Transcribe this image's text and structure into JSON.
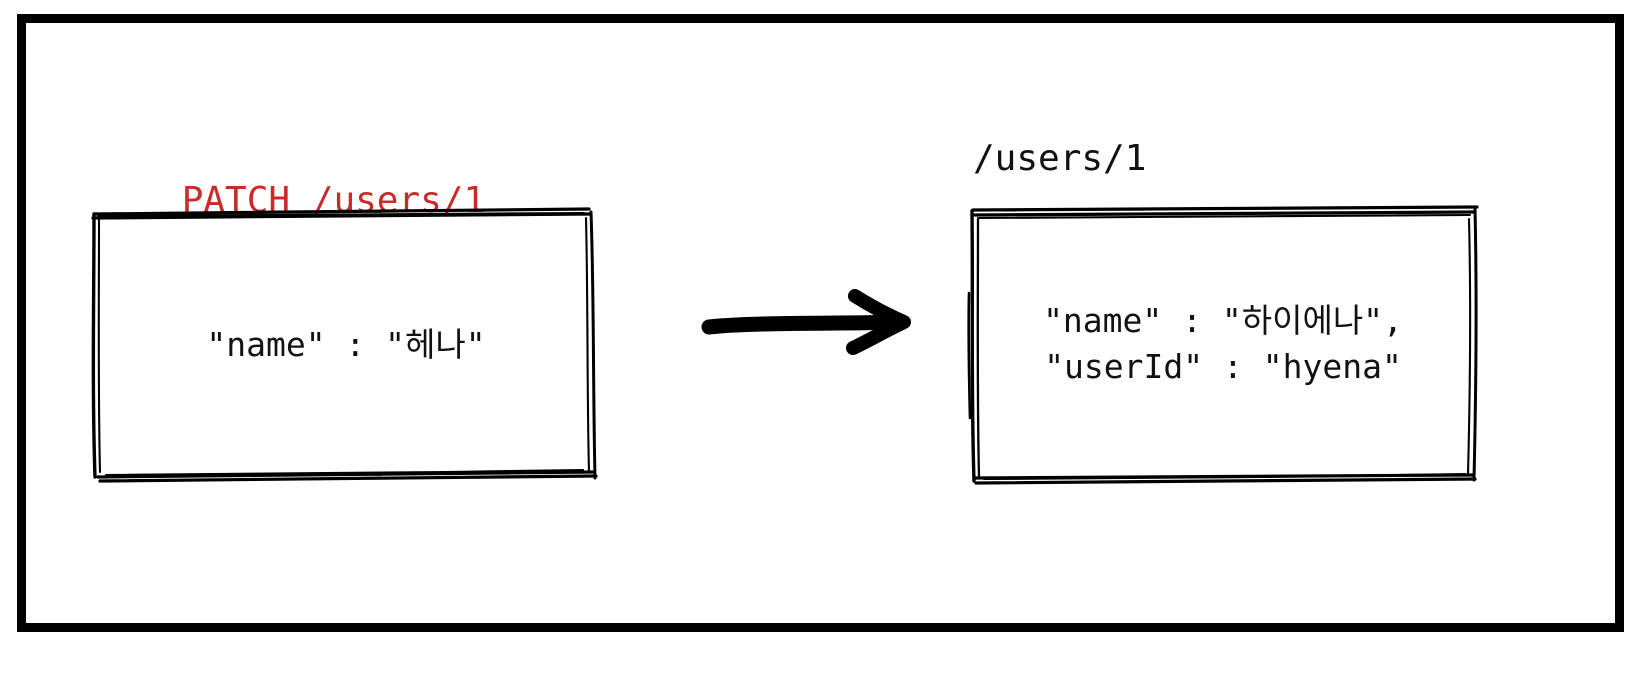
{
  "diagram": {
    "title": "PATCH request partial update illustration",
    "background_color": "#ffffff",
    "frame_color": "#000000",
    "accent_color": "#c92a2a",
    "text_color": "#121212"
  },
  "left": {
    "label_method": "PATCH",
    "label_path": "/users/1",
    "label_full": "PATCH /users/1",
    "body_lines": [
      "\"name\" : \"헤나\""
    ]
  },
  "arrow": {
    "icon": "arrow-right-icon",
    "direction": "right"
  },
  "right": {
    "label_full": "/users/1",
    "body_lines": [
      "\"name\" : \"하이에나\",",
      "\"userId\" : \"hyena\""
    ]
  }
}
